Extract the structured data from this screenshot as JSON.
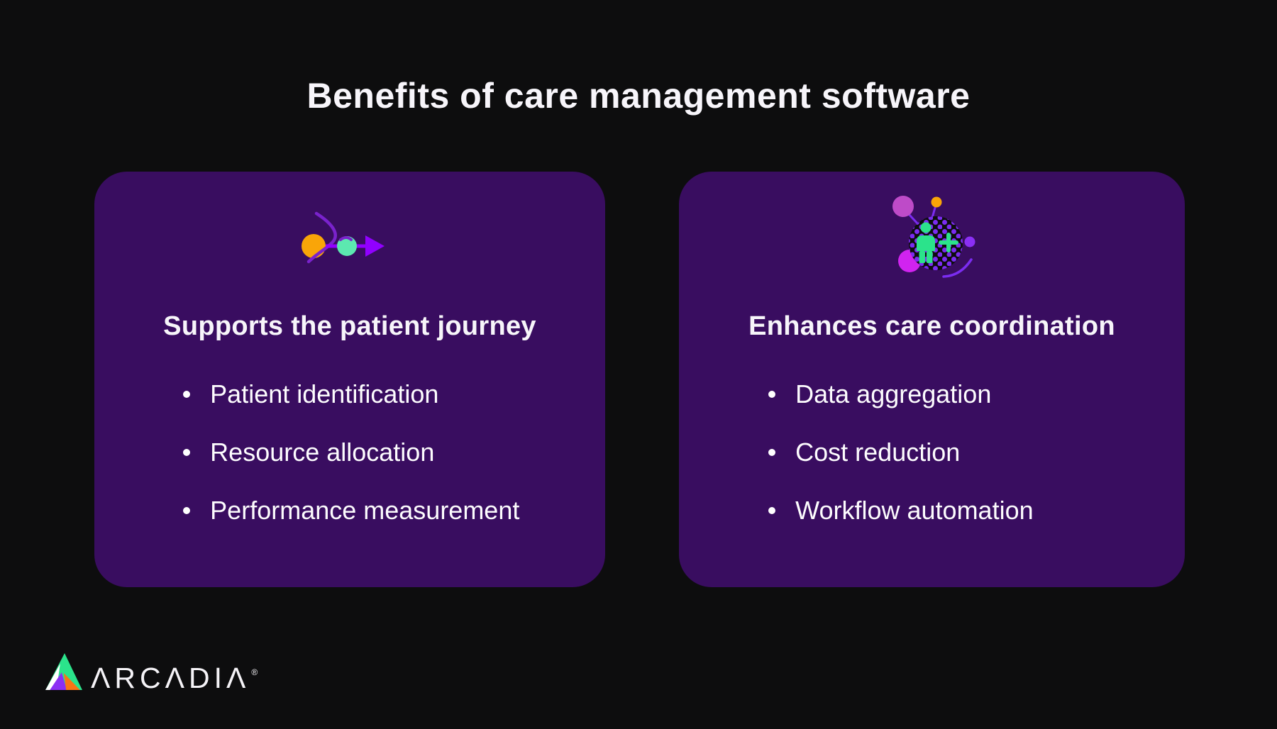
{
  "title": "Benefits of care management software",
  "cards": [
    {
      "id": "patient-journey",
      "icon": "patient-journey-arrow-icon",
      "heading": "Supports the patient journey",
      "bullets": [
        "Patient identification",
        "Resource allocation",
        "Performance measurement"
      ]
    },
    {
      "id": "care-coordination",
      "icon": "care-coordination-network-icon",
      "heading": "Enhances care coordination",
      "bullets": [
        "Data aggregation",
        "Cost reduction",
        "Workflow automation"
      ]
    }
  ],
  "footer": {
    "logo": "arcadia-triangle-logo",
    "wordmark": "ΛRCΛDIΛ",
    "registered_mark": "®"
  },
  "colors": {
    "background": "#0D0D0E",
    "card_background": "#390D60",
    "text": "#FFFFFF",
    "accent_orange": "#F9A508",
    "accent_red_orange": "#F97415",
    "accent_mint": "#5CE8B0",
    "accent_green": "#2BE38B",
    "accent_violet_bright": "#9100FF",
    "accent_violet": "#7B2CF0",
    "accent_dark_violet": "#7A22CC",
    "accent_orchid": "#BE4BC8",
    "accent_magenta": "#D123F0"
  }
}
